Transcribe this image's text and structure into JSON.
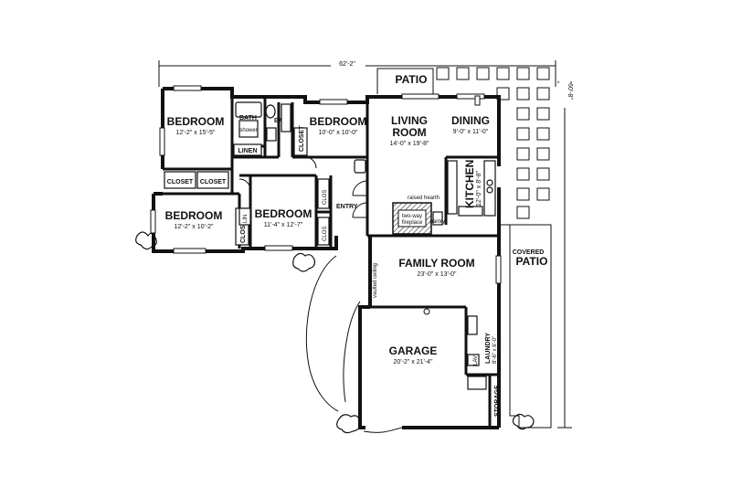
{
  "dimensions": {
    "overall_width": "62'-2\"",
    "overall_depth": "60'-8\""
  },
  "rooms": {
    "bedroom_nw": {
      "name": "BEDROOM",
      "size": "12'-2\" x 15'-5\""
    },
    "bedroom_n": {
      "name": "BEDROOM",
      "size": "10'-0\" x 10'-0\""
    },
    "bedroom_sw": {
      "name": "BEDROOM",
      "size": "12'-2\" x 10'-2\""
    },
    "bedroom_s": {
      "name": "BEDROOM",
      "size": "11'-4\" x 12'-7\""
    },
    "living": {
      "name_line1": "LIVING",
      "name_line2": "ROOM",
      "size": "14'-0\" x 19'-8\""
    },
    "dining": {
      "name": "DINING",
      "size": "9'-0\" x 11'-0\""
    },
    "kitchen": {
      "name": "KITCHEN",
      "size": "12'-0\" x 8'-8\""
    },
    "family": {
      "name": "FAMILY ROOM",
      "size": "23'-0\" x 13'-0\""
    },
    "garage": {
      "name": "GARAGE",
      "size": "20'-2\" x 21'-4\""
    },
    "laundry": {
      "name": "LAUNDRY",
      "size": "8'-6\" x 6'-0\""
    }
  },
  "labels": {
    "patio": "PATIO",
    "covered_line1": "COVERED",
    "covered_line2": "PATIO",
    "bath_1": "BATH",
    "bath_2": "BATH",
    "shower": "shower",
    "linen": "LINEN",
    "closet_1": "CLOSET",
    "closet_2": "CLOSET",
    "closet_3": "CLOSET",
    "closet_4": "CLOSET",
    "clos_1": "CLOS",
    "clos_2": "CLOS",
    "lin": "LIN",
    "entry": "ENTRY",
    "raised_hearth": "raised hearth",
    "fireplace_line1": "two-way",
    "fireplace_line2": "fireplace",
    "pantry": "pantry",
    "vaulted_ceiling": "vaulted ceiling",
    "lav": "LAV",
    "storage": "STORAGE"
  }
}
